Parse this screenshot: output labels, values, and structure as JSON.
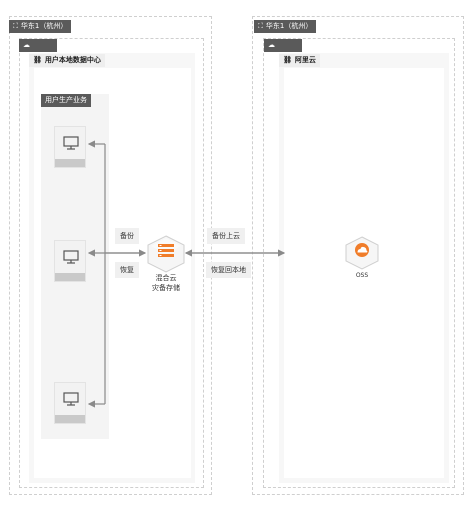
{
  "regions": {
    "left": {
      "title": "华东1（杭州）",
      "cloud_tag": ""
    },
    "right": {
      "title": "华东1（杭州）",
      "cloud_tag": ""
    }
  },
  "panels": {
    "datacenter": {
      "title": "用户本地数据中心"
    },
    "production": {
      "title": "用户生产业务"
    },
    "aliyun": {
      "title": "阿里云"
    }
  },
  "nodes": {
    "hybrid_storage": {
      "caption_line1": "混合云",
      "caption_line2": "灾备存储"
    },
    "oss": {
      "caption": "OSS"
    }
  },
  "edges": {
    "backup": "备份",
    "restore": "恢复",
    "backup_to_cloud": "备份上云",
    "restore_to_local": "恢复回本地"
  },
  "colors": {
    "accent": "#f07d2a",
    "tag_bg": "#5a5a5a",
    "arrow": "#8a8a8a"
  },
  "icons": {
    "region": "region-icon",
    "cloud": "cloud-icon",
    "link": "link-icon",
    "monitor": "monitor-icon",
    "hybrid": "hybrid-storage-icon",
    "oss": "oss-icon"
  }
}
